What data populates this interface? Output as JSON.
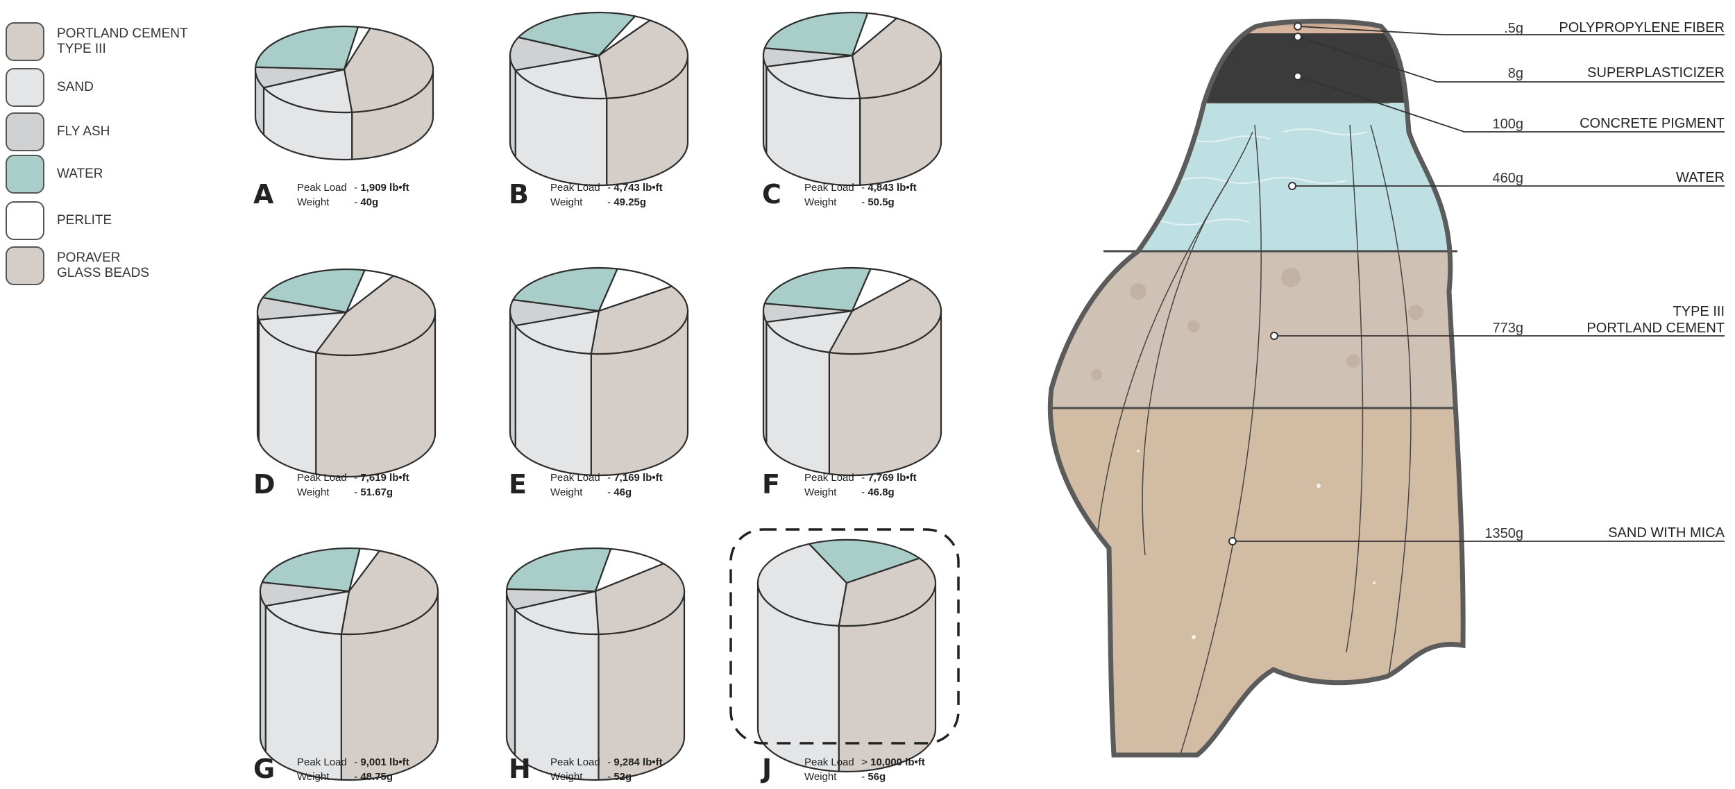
{
  "legend": [
    {
      "label": "PORTLAND CEMENT\nTYPE III",
      "color": "#d5cdc7"
    },
    {
      "label": "SAND",
      "color": "#e4e5e7"
    },
    {
      "label": "FLY ASH",
      "color": "#cfd1d3"
    },
    {
      "label": "WATER",
      "color": "#a9ceca"
    },
    {
      "label": "PERLITE",
      "color": "#ffffff"
    },
    {
      "label": "PORAVER\nGLASS BEADS",
      "color": "#d5cdc7"
    }
  ],
  "stats_labels": {
    "peak_load": "Peak Load",
    "weight": "Weight"
  },
  "mixes": [
    {
      "letter": "A",
      "peak_load": "1,909 lb•ft",
      "weight": "40g"
    },
    {
      "letter": "B",
      "peak_load": "4,743 lb•ft",
      "weight": "49.25g"
    },
    {
      "letter": "C",
      "peak_load": "4,843 lb•ft",
      "weight": "50.5g"
    },
    {
      "letter": "D",
      "peak_load": "7,619 lb•ft",
      "weight": "51.67g"
    },
    {
      "letter": "E",
      "peak_load": "7,169 lb•ft",
      "weight": "46g"
    },
    {
      "letter": "F",
      "peak_load": "7,769 lb•ft",
      "weight": "46.8g"
    },
    {
      "letter": "G",
      "peak_load": "9,001 lb•ft",
      "weight": "48.75g"
    },
    {
      "letter": "H",
      "peak_load": "9,284 lb•ft",
      "weight": "52g"
    },
    {
      "letter": "J",
      "peak_load": "10,000 lb•ft",
      "weight": "56g",
      "peak_prefix": ">",
      "highlighted": true
    }
  ],
  "recipe": [
    {
      "value": ".5g",
      "name": "POLYPROPYLENE FIBER"
    },
    {
      "value": "8g",
      "name": "SUPERPLASTICIZER"
    },
    {
      "value": "100g",
      "name": "CONCRETE PIGMENT"
    },
    {
      "value": "460g",
      "name": "WATER"
    },
    {
      "value": "773g",
      "name": "TYPE III\nPORTLAND CEMENT"
    },
    {
      "value": "1350g",
      "name": "SAND WITH MICA"
    }
  ]
}
